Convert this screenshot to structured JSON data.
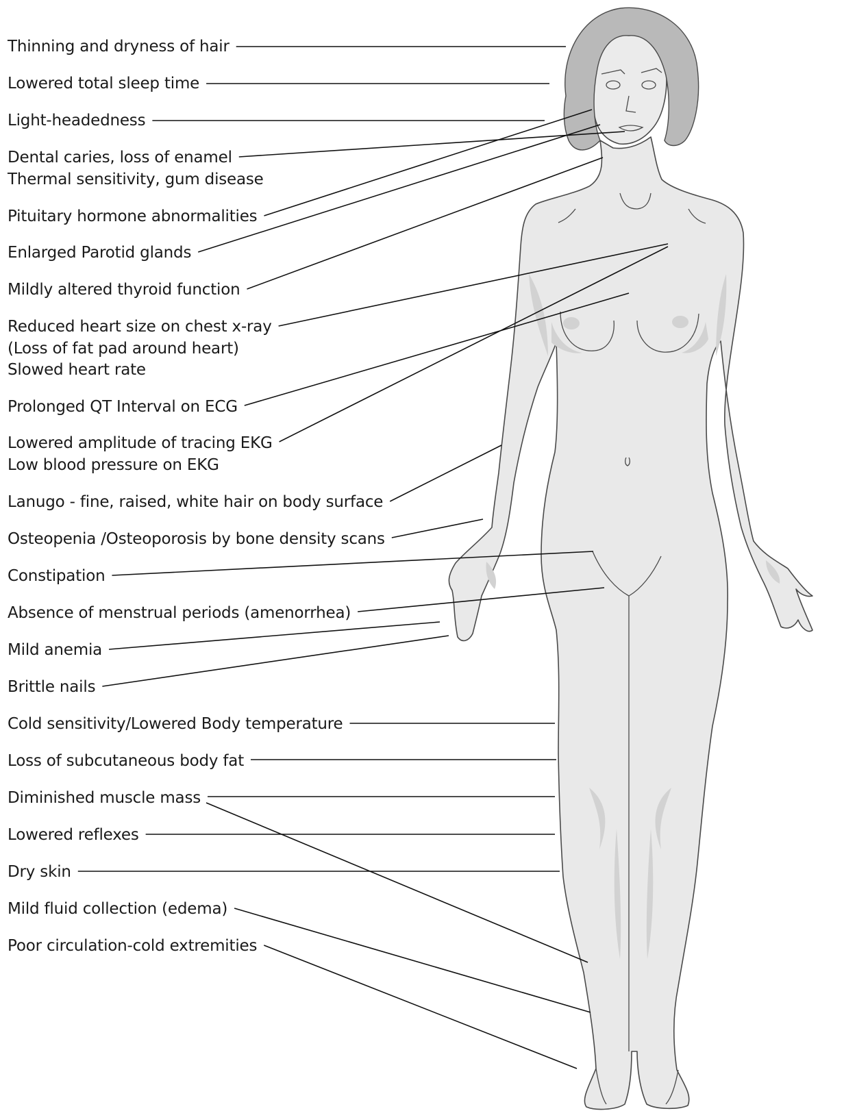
{
  "labels": [
    "Thinning and dryness of hair",
    "Lowered total sleep time",
    "Light-headedness",
    "Dental caries, loss of enamel",
    "Thermal sensitivity, gum disease",
    "Pituitary hormone abnormalities",
    "Enlarged Parotid glands",
    "Mildly altered thyroid function",
    "Reduced heart size on chest x-ray",
    "(Loss of fat pad around heart)",
    "Slowed heart rate",
    "Prolonged QT Interval on ECG",
    "Lowered amplitude of tracing EKG",
    "Low blood pressure on EKG",
    "Lanugo - fine, raised, white hair on body surface",
    "Osteopenia /Osteoporosis by bone density scans",
    "Constipation",
    "Absence of menstrual periods (amenorrhea)",
    "Mild anemia",
    "Brittle nails",
    "Cold sensitivity/Lowered Body temperature",
    "Loss of subcutaneous body fat",
    "Diminished muscle mass",
    "Lowered reflexes",
    "Dry skin",
    "Mild fluid collection (edema)",
    "Poor circulation-cold extremities"
  ],
  "colors": {
    "skin": "#e9e9e9",
    "skin_shadow": "#d2d2d2",
    "hair": "#b9b9b9",
    "outline": "#4a4a4a",
    "leader": "#111111",
    "text": "#1a1a1a"
  }
}
